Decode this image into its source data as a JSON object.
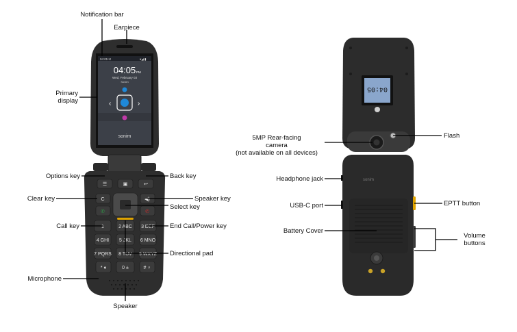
{
  "front": {
    "labels": {
      "notification_bar": "Notification bar",
      "earpiece": "Earpiece",
      "primary_display": "Primary\ndisplay",
      "options_key": "Options key",
      "back_key": "Back key",
      "clear_key": "Clear key",
      "speaker_key": "Speaker key",
      "select_key": "Select key",
      "call_key": "Call key",
      "end_call_key": "End Call/Power key",
      "directional_pad": "Directional pad",
      "microphone": "Microphone",
      "speaker": "Speaker"
    },
    "screen": {
      "time": "04:05",
      "ampm": "PM",
      "date": "Wed, February 03",
      "carrier": "Sonim",
      "brand": "sonim"
    },
    "keys": [
      "1",
      "2 ABC",
      "3 DEF",
      "4 GHI",
      "5 JKL",
      "6 MNO",
      "7 PQRS",
      "8 TUV",
      "9 WXYZ",
      "* ♦",
      "0 ±",
      "# ♀"
    ]
  },
  "back": {
    "labels": {
      "rear_camera": "5MP Rear-facing\ncamera\n(not available on all devices)",
      "flash": "Flash",
      "headphone_jack": "Headphone jack",
      "usbc_port": "USB-C port",
      "eptt_button": "EPTT button",
      "battery_cover": "Battery Cover",
      "volume_buttons": "Volume\nbuttons"
    },
    "external_screen_time": "04:05",
    "brand": "sonim"
  },
  "colors": {
    "phone_body": "#2e2e2e",
    "accent_yellow": "#e0a400",
    "call_green": "#2e9a45",
    "end_red": "#c62b2b",
    "screen_blue": "#1e88d8"
  }
}
